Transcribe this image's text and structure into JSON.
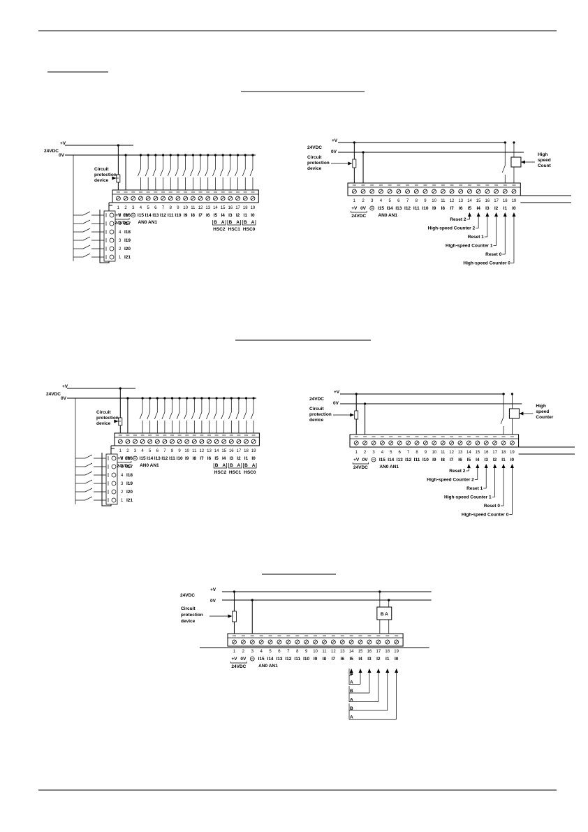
{
  "labels": {
    "plus_v": "+V",
    "zero_v": "0V",
    "vdc": "24VDC",
    "circuit_protection": [
      "Circuit",
      "protection",
      "device"
    ],
    "high_speed_counter": [
      "High",
      "speed",
      "Counter"
    ],
    "high_speed_counter_cut": [
      "High",
      "speed",
      "Count"
    ],
    "an": "AN0 AN1",
    "ba": "B A",
    "encoder_b": "B",
    "encoder_a": "A"
  },
  "terminals": {
    "numbers": [
      "1",
      "2",
      "3",
      "4",
      "5",
      "6",
      "7",
      "8",
      "9",
      "10",
      "11",
      "12",
      "13",
      "14",
      "15",
      "16",
      "17",
      "18",
      "19"
    ],
    "names": [
      "+V",
      "0V",
      "⏚",
      "I15",
      "I14",
      "I13",
      "I12",
      "I11",
      "I10",
      "I9",
      "I8",
      "I7",
      "I6",
      "I5",
      "I4",
      "I3",
      "I2",
      "I1",
      "I0"
    ],
    "names_hsc": [
      "+V",
      "0V",
      "⏚",
      "I15",
      "I14",
      "I13",
      "I12",
      "I11",
      "I10",
      "I9",
      "I8",
      "I7",
      "I6",
      "I5",
      "I4",
      "I3",
      "I2",
      "I1",
      "I0"
    ],
    "ba_row": [
      "B",
      "A",
      "B",
      "A",
      "B",
      "A"
    ],
    "hsc_groups": [
      "HSC2",
      "HSC1",
      "HSC0"
    ]
  },
  "expansion": {
    "numbers": [
      "6",
      "5",
      "4",
      "3",
      "2",
      "1"
    ],
    "names": [
      "I16",
      "I17",
      "I18",
      "I19",
      "I20",
      "I21"
    ]
  },
  "counter_labels": [
    "Reset 2",
    "High-speed Counter 2",
    "Reset 1",
    "High-speed Counter 1",
    "Reset 0",
    "High-speed Counter 0"
  ]
}
